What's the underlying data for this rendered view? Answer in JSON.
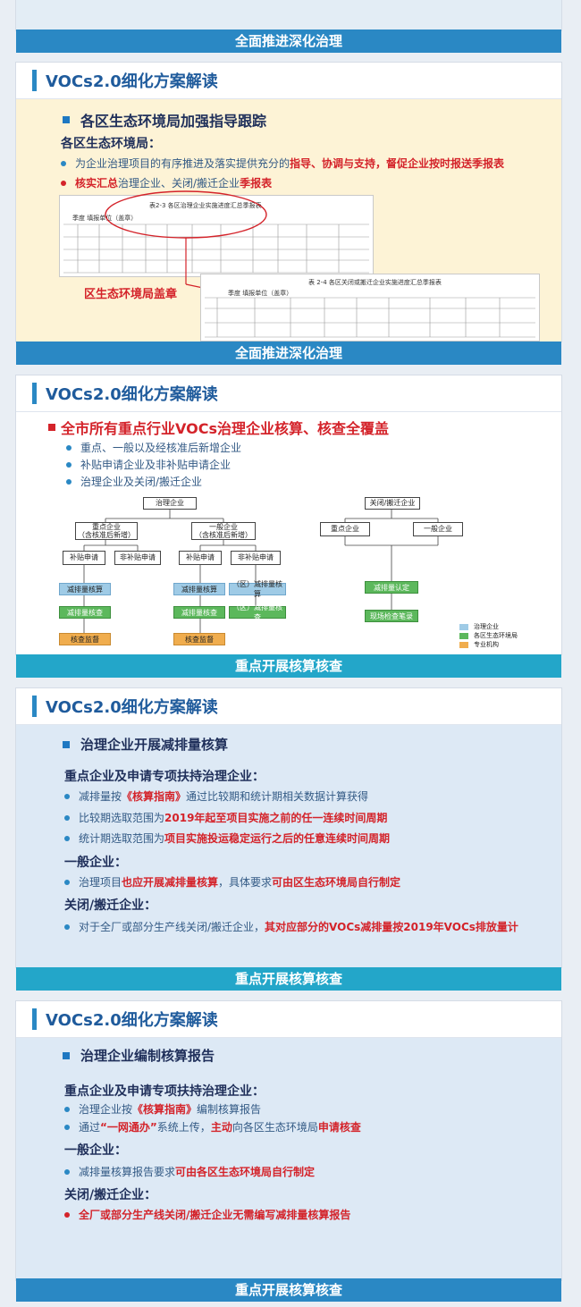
{
  "top_bar": {
    "title": "全面推进深化治理"
  },
  "slide1": {
    "header": "VOCs2.0细化方案解读",
    "section": "各区生态环境局加强指导跟踪",
    "subtitle": "各区生态环境局：",
    "b1_pre": "为企业治理项目的有序推进及落实提供充分的",
    "b1_red1": "指导、协调与支持，",
    "b1_red2": "督促企业按时报送季报表",
    "b2_red": "核实汇总",
    "b2_mid": "治理企业、关闭/搬迁企业",
    "b2_red2": "季报表",
    "table1_title": "表2-3 各区治理企业实施进度汇总季报表",
    "table1_meta": "季度        填报单位（盖章）",
    "seal_label": "区生态环境局盖章",
    "table2_title": "表 2-4 各区关闭或搬迁企业实施进度汇总季报表",
    "table2_meta": "季度        填报单位（盖章）",
    "bar": "全面推进深化治理"
  },
  "slide2": {
    "header": "VOCs2.0细化方案解读",
    "section": "全市所有重点行业VOCs治理企业核算、核查全覆盖",
    "b1": "重点、一般以及经核准后新增企业",
    "b2": "补贴申请企业及非补贴申请企业",
    "b3": "治理企业及关闭/搬迁企业",
    "flow": {
      "root": "治理企业",
      "key": "重点企业",
      "key_sub": "（含核准后新增）",
      "gen": "一般企业",
      "gen_sub": "（含核准后新增）",
      "sub_a": "补贴申请",
      "sub_b": "非补贴申请",
      "sub_c": "补贴申请",
      "sub_d": "非补贴申请",
      "calc_a": "减排量核算",
      "calc_c": "减排量核算",
      "calc_d": "（区）减排量核算",
      "check_a": "减排量核查",
      "check_c": "减排量核查",
      "check_d": "（区）减排量核查",
      "sup_a": "核查监督",
      "sup_c": "核查监督",
      "root2": "关闭/搬迁企业",
      "key2": "重点企业",
      "gen2": "一般企业",
      "confirm": "减排量认定",
      "onsite": "现场检查笔录"
    },
    "legend": [
      "治理企业",
      "各区生态环境局",
      "专业机构"
    ],
    "bar": "重点开展核算核查"
  },
  "slide3": {
    "header": "VOCs2.0细化方案解读",
    "section": "治理企业开展减排量核算",
    "sub1": "重点企业及申请专项扶持治理企业：",
    "b1_pre": "减排量按",
    "b1_red": "《核算指南》",
    "b1_post": "通过比较期和统计期相关数据计算获得",
    "b2_pre": "比较期选取范围为",
    "b2_red": "2019年起至项目实施之前的任一连续时间周期",
    "b3_pre": "统计期选取范围为",
    "b3_red": "项目实施投运稳定运行之后的任意连续时间周期",
    "sub2": "一般企业：",
    "b4_pre": "治理项目",
    "b4_red": "也应开展减排量核算",
    "b4_mid": "，具体要求",
    "b4_red2": "可由区生态环境局自行制定",
    "sub3": "关闭/搬迁企业：",
    "b5_pre": "对于全厂或部分生产线关闭/搬迁企业，",
    "b5_red": "其对应部分的VOCs减排量按2019年VOCs排放量计",
    "bar": "重点开展核算核查"
  },
  "slide4": {
    "header": "VOCs2.0细化方案解读",
    "section": "治理企业编制核算报告",
    "sub1": "重点企业及申请专项扶持治理企业：",
    "b1_pre": "治理企业按",
    "b1_red": "《核算指南》",
    "b1_post": "编制核算报告",
    "b2_pre": "通过",
    "b2_red": "“一网通办”",
    "b2_mid": "系统上传，",
    "b2_red2": "主动",
    "b2_mid2": "向各区生态环境局",
    "b2_red3": "申请核查",
    "sub2": "一般企业：",
    "b3_pre": "减排量核算报告要求",
    "b3_red": "可由各区生态环境局自行制定",
    "sub3": "关闭/搬迁企业：",
    "b4_red": "全厂或部分生产线关闭/搬迁企业无需编写减排量核算报告",
    "bar": "重点开展核算核查"
  }
}
